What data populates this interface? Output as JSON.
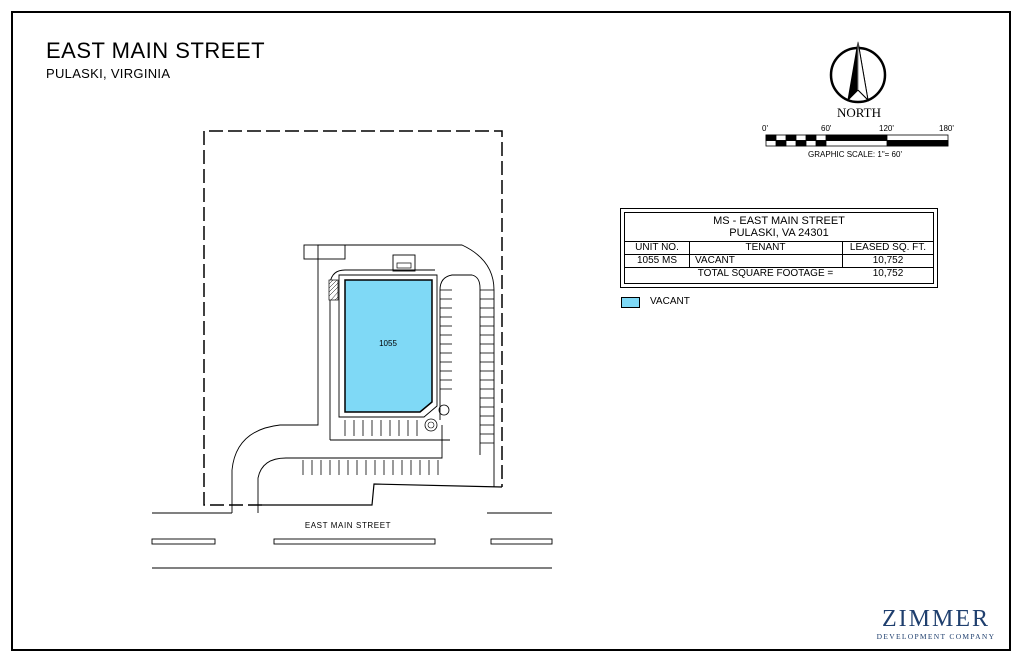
{
  "header": {
    "title": "EAST MAIN STREET",
    "subtitle": "PULASKI, VIRGINIA"
  },
  "north_arrow": {
    "label": "NORTH"
  },
  "graphic_scale": {
    "ticks": [
      "0'",
      "60'",
      "120'",
      "180'"
    ],
    "caption": "GRAPHIC SCALE: 1\"= 60'"
  },
  "site": {
    "unit_label": "1055",
    "street_label": "EAST MAIN STREET"
  },
  "table": {
    "title_line1": "MS - EAST MAIN STREET",
    "title_line2": "PULASKI, VA 24301",
    "columns": [
      "UNIT NO.",
      "TENANT",
      "LEASED SQ. FT."
    ],
    "rows": [
      {
        "unit": "1055 MS",
        "tenant": "VACANT",
        "sqft": "10,752"
      }
    ],
    "total_label": "TOTAL SQUARE FOOTAGE =",
    "total_value": "10,752"
  },
  "legend": {
    "label": "VACANT",
    "color": "#7fd9f6"
  },
  "logo": {
    "name": "ZIMMER",
    "tagline": "DEVELOPMENT COMPANY"
  }
}
